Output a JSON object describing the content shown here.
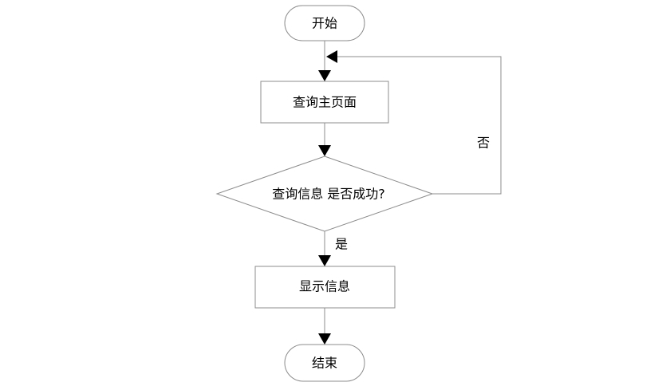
{
  "nodes": {
    "start": "开始",
    "query_home": "查询主页面",
    "decision": "查询信息 是否成功?",
    "display": "显示信息",
    "end": "结束"
  },
  "branches": {
    "yes": "是",
    "no": "否"
  }
}
